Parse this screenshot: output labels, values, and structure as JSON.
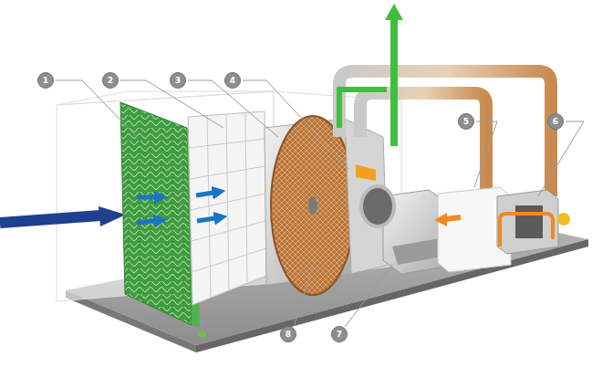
{
  "diagram": {
    "labels": [
      "1",
      "2",
      "3",
      "4",
      "5",
      "6",
      "8",
      "7"
    ]
  }
}
